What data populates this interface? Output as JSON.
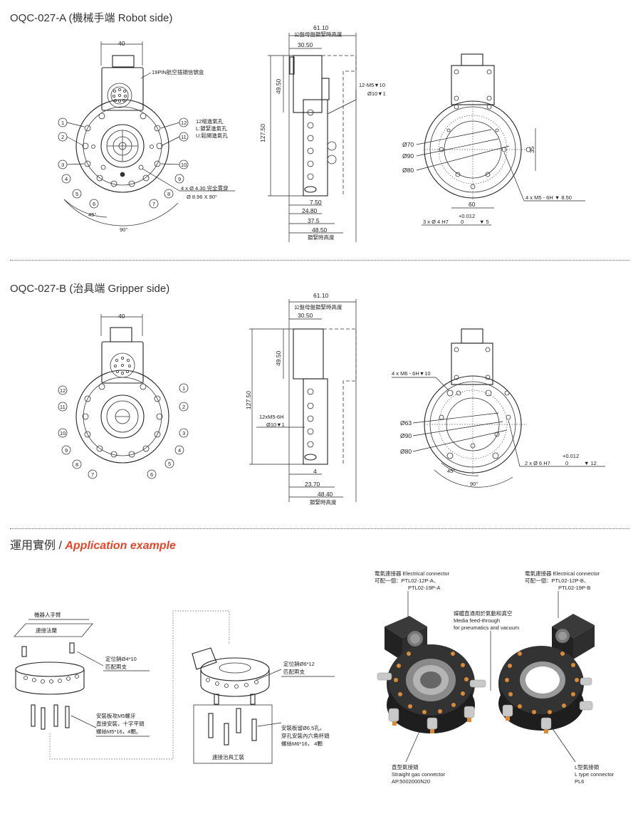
{
  "section_a": {
    "title": "OQC-027-A (機械手端 Robot side)",
    "front": {
      "width_dim": "40",
      "connector_note": "19PIN航空插頭信號盒",
      "port_note_1": "12組進氣孔",
      "port_note_2": "L:鎖緊進氣孔",
      "port_note_3": "U:鬆開進氣孔",
      "hole_note_1": "4 x Ø 4.30 完全貫穿",
      "hole_note_2": "Ø 8.96 X 90°",
      "angle_45": "45°",
      "angle_90": "90°",
      "port_numbers": [
        "1",
        "2",
        "3",
        "4",
        "5",
        "6",
        "7",
        "8",
        "9",
        "10",
        "11",
        "12"
      ]
    },
    "side": {
      "d_61_10": "61.10",
      "note_lock_height": "公盤母盤鎖緊時高度",
      "d_30_50": "30.50",
      "d_49_50": "49.50",
      "d_127_50": "127.50",
      "thread_note_1": "12-M5▼10",
      "thread_note_2": "Ø10▼1",
      "d_7_50": "7.50",
      "d_24_80": "24.80",
      "d_37_5": "37.5",
      "d_48_50": "48.50",
      "note_locked_height": "鎖緊時高度"
    },
    "back": {
      "d70": "Ø70",
      "d90": "Ø90",
      "d80": "Ø80",
      "d35": "35",
      "d60": "60",
      "thread_note": "4 x M5 - 6H ▼ 8.50",
      "pin_note": "3 x Ø 4 H7",
      "tol_upper": "+0.012",
      "tol_lower": "0",
      "depth": "▼ 5"
    }
  },
  "section_b": {
    "title": "OQC-027-B (治具端 Gripper side)",
    "front": {
      "width_dim": "40",
      "port_numbers": [
        "1",
        "2",
        "3",
        "4",
        "5",
        "6",
        "7",
        "8",
        "9",
        "10",
        "11",
        "12"
      ]
    },
    "side": {
      "d_61_10": "61.10",
      "note_lock_height": "公盤母盤鎖緊時高度",
      "d_30_50": "30.50",
      "d_49_50": "49.50",
      "d_127_50": "127.50",
      "thread_note_1": "12xM5-6H",
      "thread_note_2": "Ø10▼1",
      "d_4": "4",
      "d_23_70": "23.70",
      "d_48_40": "48.40",
      "note_locked_height": "鎖緊時高度"
    },
    "back": {
      "thread_note": "4 x M6 - 6H▼10",
      "d63": "Ø63",
      "d90": "Ø90",
      "d80": "Ø80",
      "angle_45": "45°",
      "angle_90": "90°",
      "pin_note": "2 x Ø 6 H7",
      "tol_upper": "+0.012",
      "tol_lower": "0",
      "depth": "▼ 12"
    }
  },
  "section_c": {
    "title_cn": "運用實例 / ",
    "title_en": "Application example",
    "left": {
      "robot_arm": "機器人手臂",
      "flange": "連接法蘭",
      "pin_note_1": "定位銷Ø4*10",
      "pin_note_2": "匹配兩支",
      "mount_note_1": "安裝板攻M5螺牙",
      "mount_note_2": "直接安裝，十字平頭",
      "mount_note_3": "螺絲M5*16，4顆。"
    },
    "middle": {
      "pin_note_1": "定位銷Ø6*12",
      "pin_note_2": "匹配兩支",
      "mount_note_1": "安裝板留Ø6.5孔，",
      "mount_note_2": "穿孔安裝內六角杯頭",
      "mount_note_3": "螺絲M6*16， 4顆",
      "fixture": "連接治具工裝"
    },
    "photo": {
      "conn_left_1": "電氣連接器 Electrical connector",
      "conn_left_2": "可配一個：PTL02-12P-A、",
      "conn_left_3": "PTL02-19P-A",
      "conn_right_1": "電氣連接器 Electrical connector",
      "conn_right_2": "可配一個：PTL02-12P-B、",
      "conn_right_3": "PTL02-19P-B",
      "media_1": "媒體直通用於氣動和真空",
      "media_2": "Media feed-through",
      "media_3": "for pneumatics and vacuum",
      "straight_1": "直型氣接頭",
      "straight_2": "Straight gas connector",
      "straight_3": "AP.5002000N20",
      "ltype_1": "L型氣接頭",
      "ltype_2": "L type connector",
      "ltype_3": "PL6"
    }
  },
  "colors": {
    "accent": "#e2462b",
    "line": "#222222",
    "photo_body": "#2a2a2a",
    "fitting": "#d98b3a"
  }
}
